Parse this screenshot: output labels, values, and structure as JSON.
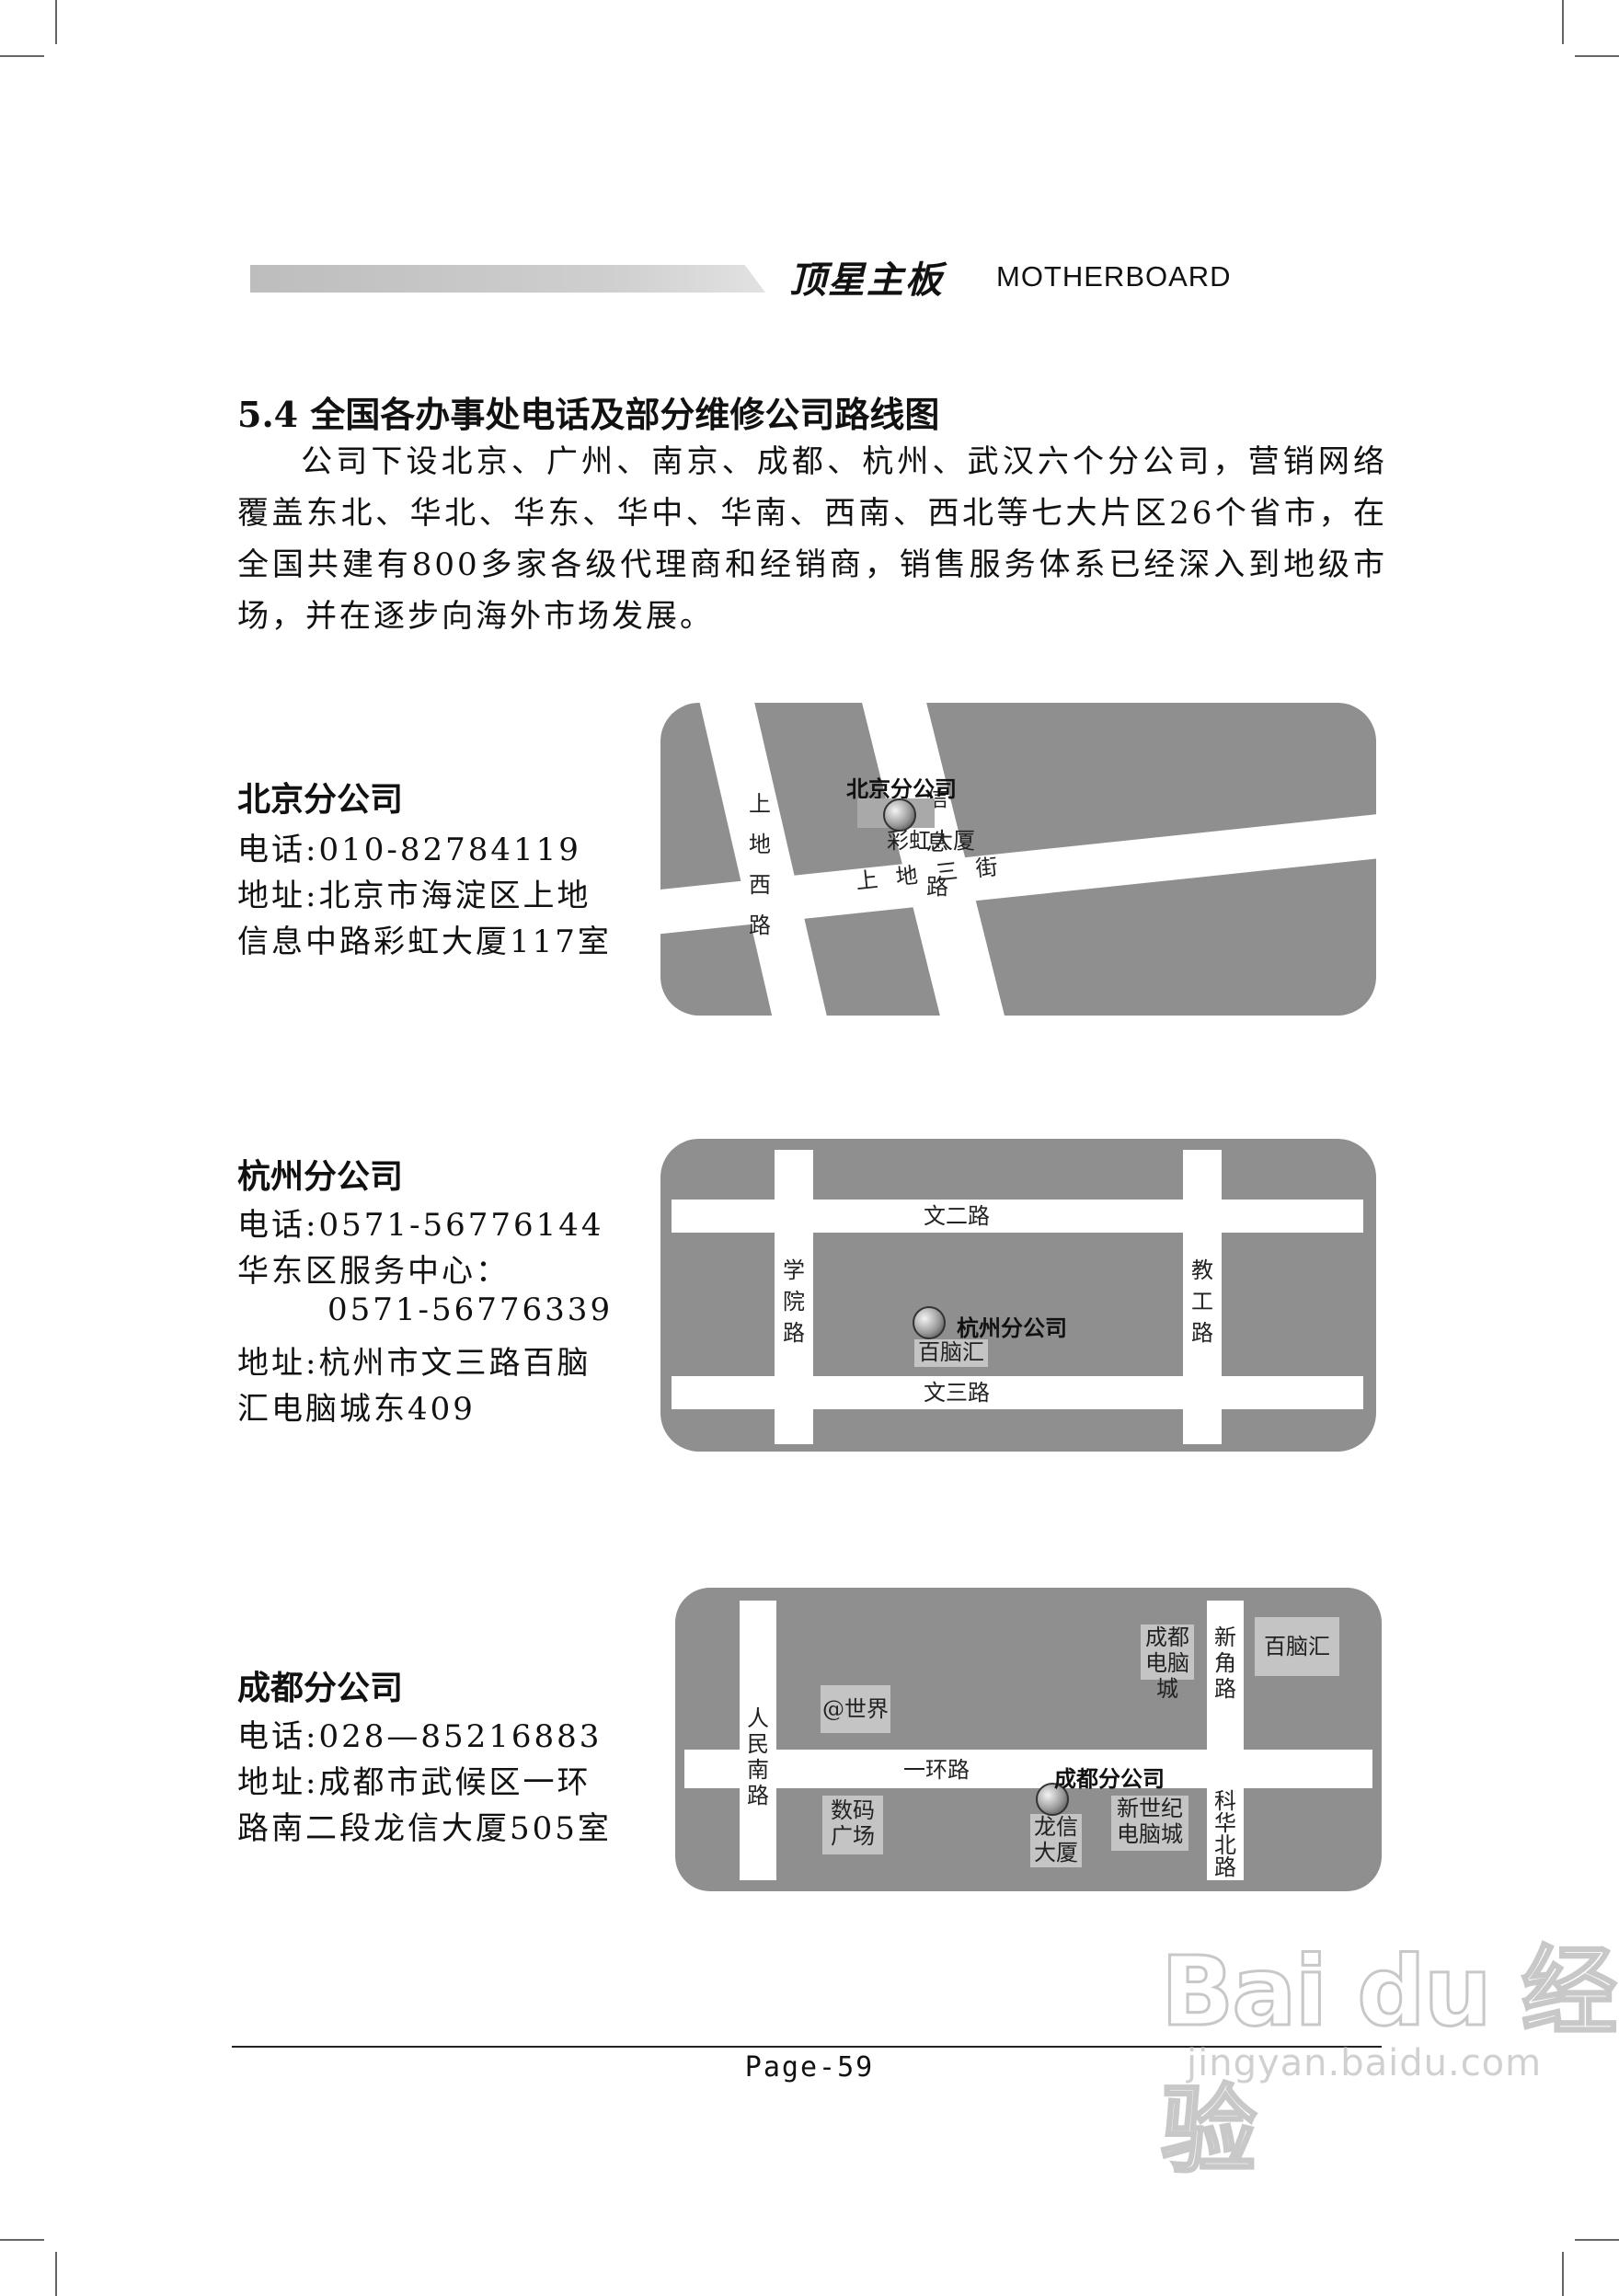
{
  "header": {
    "brand_cn": "顶星主板",
    "brand_en": "MOTHERBOARD"
  },
  "section": {
    "title": "5.4 全国各办事处电话及部分维修公司路线图",
    "intro": "公司下设北京、广州、南京、成都、杭州、武汉六个分公司，营销网络覆盖东北、华北、华东、华中、华南、西南、西北等七大片区26个省市，在全国共建有800多家各级代理商和经销商，销售服务体系已经深入到地级市场，并在逐步向海外市场发展。"
  },
  "offices": {
    "beijing": {
      "name": "北京分公司",
      "phone": "电话:010-82784119",
      "address_1": "地址:北京市海淀区上地",
      "address_2": "信息中路彩虹大厦117室"
    },
    "hangzhou": {
      "name": "杭州分公司",
      "phone": "电话:0571-56776144",
      "service_label": "华东区服务中心：",
      "service_phone": "0571-56776339",
      "address_1": "地址:杭州市文三路百脑",
      "address_2": "汇电脑城东409"
    },
    "chengdu": {
      "name": "成都分公司",
      "phone": "电话:028—85216883",
      "address_1": "地址:成都市武候区一环",
      "address_2": "路南二段龙信大厦505室"
    }
  },
  "maps": {
    "beijing": {
      "road_left": "上地西路",
      "road_right": "信息路",
      "road_main": "上 地 三 街",
      "marker_label": "北京分公司",
      "building": "彩虹大厦"
    },
    "hangzhou": {
      "road_top": "文二路",
      "road_bottom": "文三路",
      "road_left": "学院路",
      "road_right": "教工路",
      "marker_label": "杭州分公司",
      "building": "百脑汇"
    },
    "chengdu": {
      "road_left": "人民南路",
      "road_main": "一环路",
      "road_right_top": "新角路",
      "road_right_bottom": "科华北路",
      "marker_label": "成都分公司",
      "building_world": "@世界",
      "building_digital": "数码广场",
      "building_longxin": "龙信大厦",
      "building_newcentury": "新世纪电脑城",
      "building_chengdu_pc": "成都电脑城",
      "building_bainaohui": "百脑汇"
    }
  },
  "footer": {
    "page": "Page-59"
  },
  "watermark": {
    "logo": "Bai du 经验",
    "site": "jingyan.baidu.com"
  },
  "colors": {
    "map_bg": "#8f8f8f",
    "road": "#ffffff",
    "building": "#c4c4c4"
  }
}
